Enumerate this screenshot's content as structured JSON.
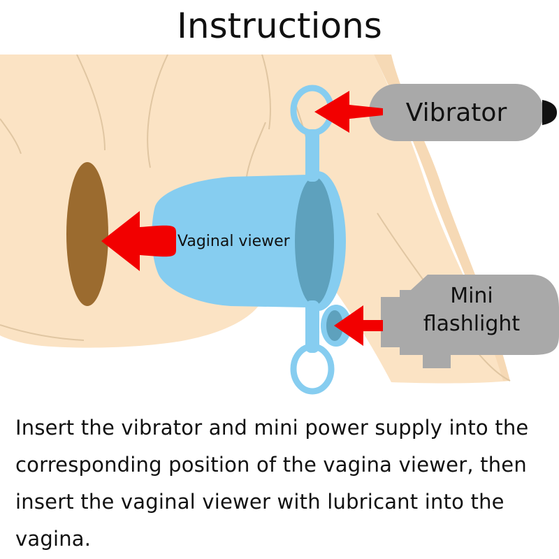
{
  "title": "Instructions",
  "labels": {
    "vibrator": "Vibrator",
    "viewer": "Vaginal viewer",
    "flashlight_line1": "Mini",
    "flashlight_line2": "flashlight"
  },
  "instruction": "Insert the vibrator and mini power supply into the corresponding position of the vagina viewer, then insert the vaginal viewer with lubricant into the vagina.",
  "colors": {
    "skin": "#fbe3c4",
    "skin_outline": "#e0c6a2",
    "opening": "#9b6b2f",
    "viewer": "#86cdf0",
    "viewer_dark": "#5ea1bd",
    "device": "#a9a9a9",
    "arrow": "#f20000"
  }
}
